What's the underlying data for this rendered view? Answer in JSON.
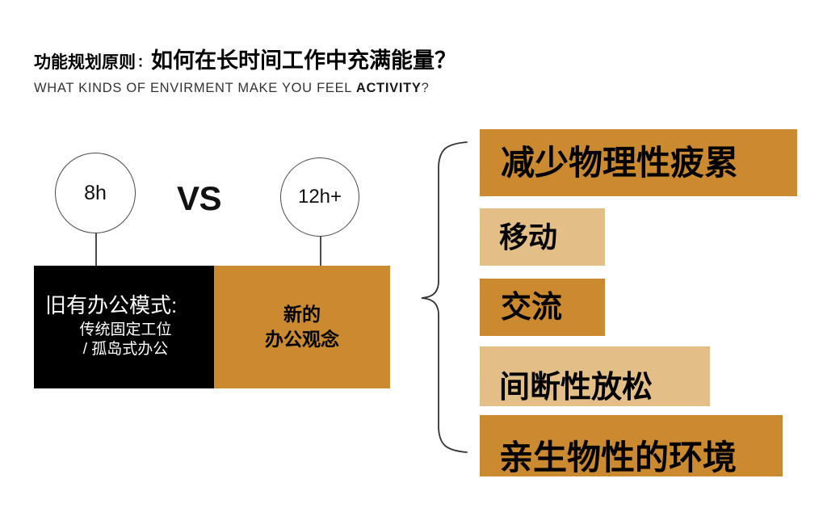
{
  "header": {
    "title_prefix": "功能规划原则",
    "title_colon": "：",
    "title_main": "如何在长时间工作中充满能量？",
    "subtitle_lead": "WHAT KINDS OF ENVIRMENT MAKE YOU FEEL ",
    "subtitle_emphasis": "ACTIVITY",
    "subtitle_tail": "?"
  },
  "comparison": {
    "left_circle_label": "8h",
    "right_circle_label": "12h+",
    "versus_label": "VS",
    "old_block": {
      "heading": "旧有办公模式:",
      "detail_line1": "传统固定工位",
      "detail_line2": "/ 孤岛式办公",
      "background_color": "#000000",
      "text_color": "#FFFFFF"
    },
    "new_block": {
      "line1": "新的",
      "line2": "办公观念",
      "background_color": "#CB8930",
      "text_color": "#000000"
    }
  },
  "benefits": {
    "bars": [
      {
        "label": "减少物理性疲累",
        "color": "#CB8930",
        "tone": "dark"
      },
      {
        "label": "移动",
        "color": "#E3BE87",
        "tone": "light"
      },
      {
        "label": "交流",
        "color": "#CB8930",
        "tone": "dark"
      },
      {
        "label": "间断性放松",
        "color": "#E3BE87",
        "tone": "light"
      },
      {
        "label": "亲生物性的环境",
        "color": "#CB8930",
        "tone": "dark"
      }
    ]
  },
  "palette": {
    "accent_dark": "#CB8930",
    "accent_light": "#E3BE87",
    "black": "#000000",
    "white": "#FFFFFF",
    "line": "#4A4A4A"
  }
}
